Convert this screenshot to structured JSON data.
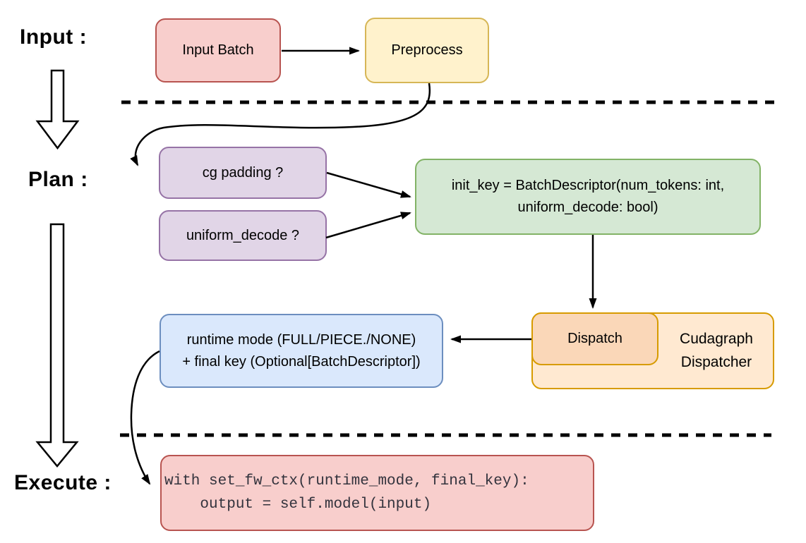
{
  "diagram": {
    "stages": {
      "input": "Input :",
      "plan": "Plan :",
      "execute": "Execute :"
    },
    "nodes": {
      "input_batch": "Input Batch",
      "preprocess": "Preprocess",
      "cg_padding": "cg padding ?",
      "uniform_decode": "uniform_decode ?",
      "init_key": "init_key = BatchDescriptor(num_tokens: int,\nuniform_decode: bool)",
      "dispatch": "Dispatch",
      "cudagraph_dispatcher": "Cudagraph\nDispatcher",
      "runtime_mode": "runtime mode (FULL/PIECE./NONE)\n+ final key (Optional[BatchDescriptor])",
      "execute_code": "with set_fw_ctx(runtime_mode, final_key):\n    output = self.model(input)"
    },
    "colors": {
      "pink_fill": "#f8cecc",
      "pink_border": "#b85450",
      "yellow_fill": "#fff2cc",
      "yellow_border": "#d6b656",
      "purple_fill": "#e1d5e7",
      "purple_border": "#9673a6",
      "green_fill": "#d5e8d4",
      "green_border": "#82b366",
      "blue_fill": "#dae8fc",
      "blue_border": "#6c8ebf",
      "orange_outer_fill": "#ffe9d1",
      "orange_inner_fill": "#fad7b8",
      "orange_border": "#d79b00",
      "arrow": "#000000"
    }
  }
}
